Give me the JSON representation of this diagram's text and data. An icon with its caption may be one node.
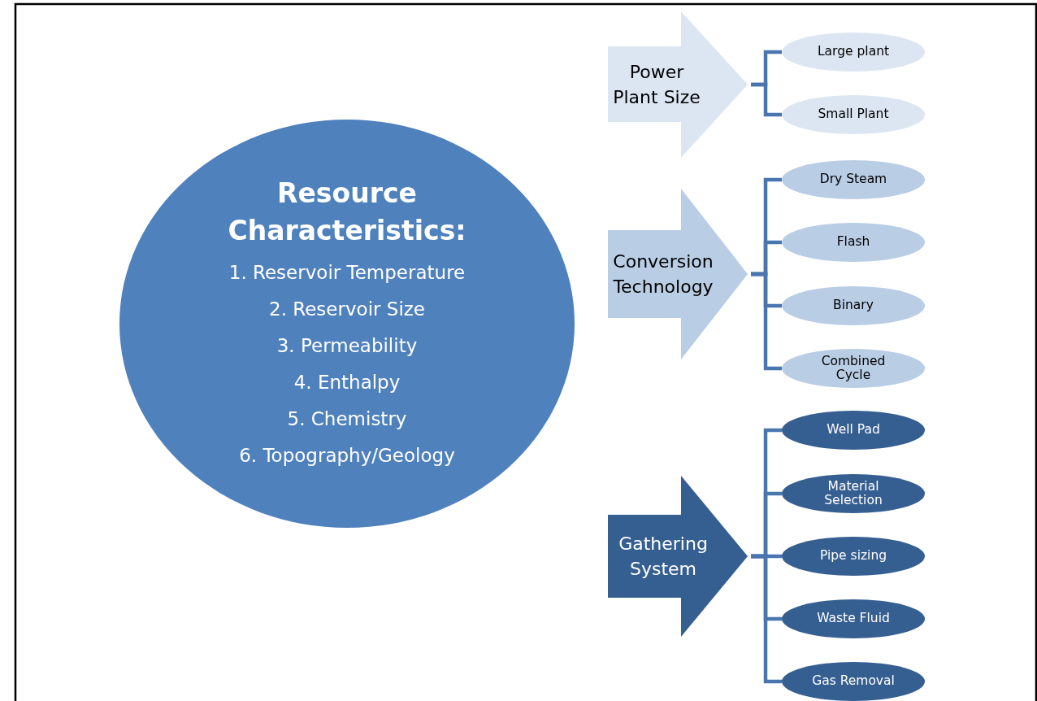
{
  "diagram": {
    "nodes": [
      {
        "text": [
          "Resource Characteristics:",
          "1. Reservoir Temperature",
          "2. Reservoir Size",
          "3. Permeability",
          "4. Enthalpy",
          "5. Chemistry",
          "6. Topography/Geology"
        ]
      },
      {
        "text": [
          "Power Plant Size"
        ]
      },
      {
        "text": [
          "Large plant"
        ]
      },
      {
        "text": [
          "Small Plant"
        ]
      },
      {
        "text": [
          "Conversion Technology"
        ]
      },
      {
        "text": [
          "Dry Steam"
        ]
      },
      {
        "text": [
          "Flash"
        ]
      },
      {
        "text": [
          "Binary"
        ]
      },
      {
        "text": [
          "Combined Cycle"
        ]
      },
      {
        "text": [
          "Gathering System"
        ]
      },
      {
        "text": [
          "Well Pad"
        ]
      },
      {
        "text": [
          "Material Selection"
        ]
      },
      {
        "text": [
          "Pipe sizing"
        ]
      },
      {
        "text": [
          "Waste Fluid"
        ]
      },
      {
        "text": [
          "Gas Removal"
        ]
      }
    ],
    "edges": [
      {
        "from": 1,
        "to": 2,
        "arrow": "none"
      },
      {
        "from": 1,
        "to": 3,
        "arrow": "none"
      },
      {
        "from": 4,
        "to": 5,
        "arrow": "none"
      },
      {
        "from": 4,
        "to": 6,
        "arrow": "none"
      },
      {
        "from": 4,
        "to": 7,
        "arrow": "none"
      },
      {
        "from": 4,
        "to": 8,
        "arrow": "none"
      },
      {
        "from": 9,
        "to": 10,
        "arrow": "none"
      },
      {
        "from": 9,
        "to": 11,
        "arrow": "none"
      },
      {
        "from": 9,
        "to": 12,
        "arrow": "none"
      },
      {
        "from": 9,
        "to": 13,
        "arrow": "none"
      },
      {
        "from": 9,
        "to": 14,
        "arrow": "none"
      }
    ]
  }
}
